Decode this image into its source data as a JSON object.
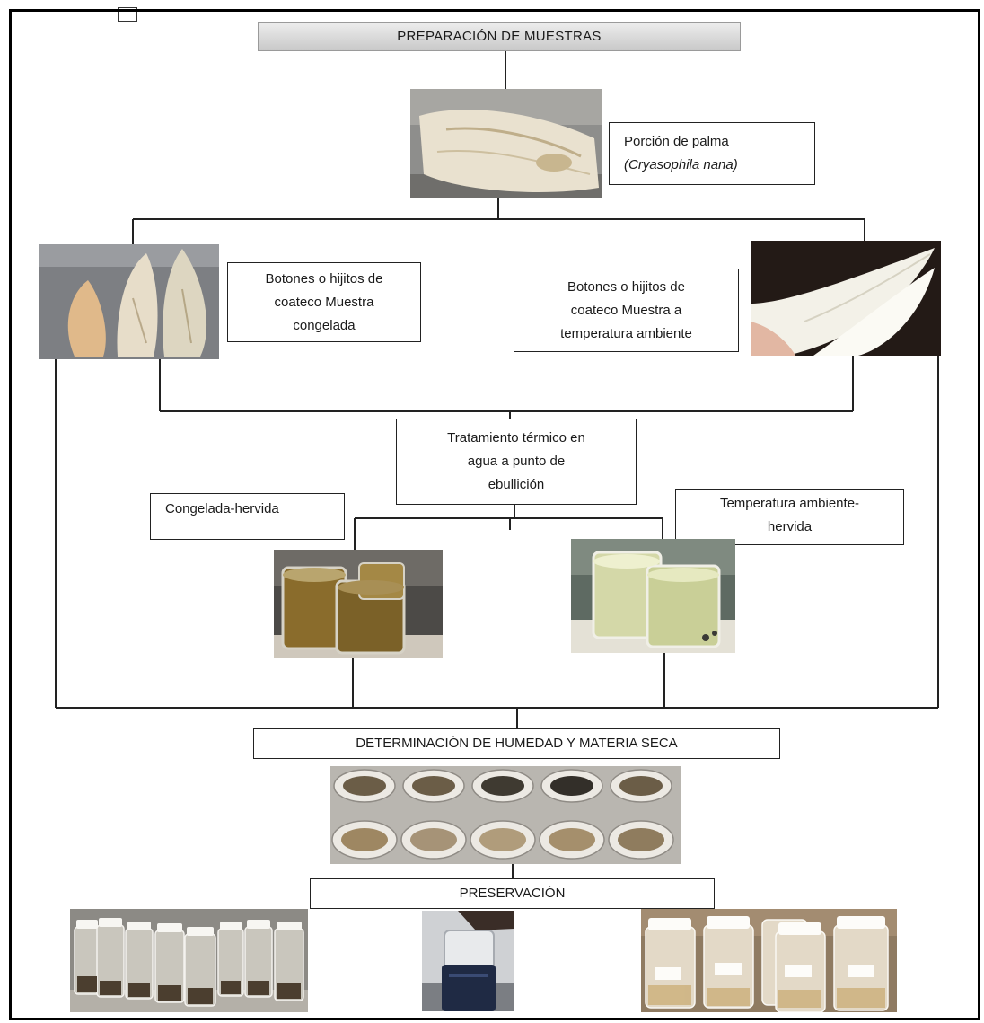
{
  "title": "PREPARACIÓN DE MUESTRAS",
  "palm": {
    "line1": "Porción de palma",
    "species": "(Cryasophila nana)"
  },
  "frozen": {
    "line1": "Botones o hijitos de",
    "line2": "coateco Muestra",
    "line3": "congelada"
  },
  "ambient": {
    "line1": "Botones o hijitos de",
    "line2": "coateco Muestra a",
    "line3": "temperatura ambiente"
  },
  "treatment": {
    "line1": "Tratamiento térmico en",
    "line2": "agua a punto de",
    "line3": "ebullición"
  },
  "frozen_boiled": "Congelada-hervida",
  "ambient_boiled": {
    "line1": "Temperatura ambiente-",
    "line2": "hervida"
  },
  "moisture": "DETERMINACIÓN DE HUMEDAD Y MATERIA SECA",
  "preservation": "PRESERVACIÓN"
}
